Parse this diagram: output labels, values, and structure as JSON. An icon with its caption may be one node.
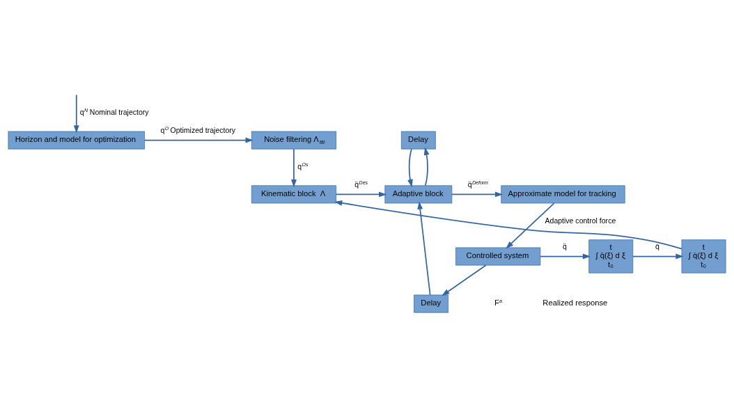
{
  "diagram": {
    "nodes": [
      {
        "text": [
          "Horizon and model for optimization"
        ]
      },
      {
        "text": [
          "Noise filtering Λ$_{filt}$"
        ]
      },
      {
        "text": [
          "Delay"
        ]
      },
      {
        "text": [
          "Approximate model for tracking"
        ]
      },
      {
        "text": [
          "Adaptive block"
        ]
      },
      {
        "text": [
          "Kinematic block  Λ"
        ]
      },
      {
        "text": [
          "Delay"
        ]
      },
      {
        "text": [
          "Controlled system"
        ]
      },
      {
        "text": [
          "t",
          "∫ q̈(ξ) d ξ",
          "t₀"
        ]
      },
      {
        "text": [
          "t",
          "∫ q̇(ξ) d ξ",
          "t₀"
        ]
      }
    ],
    "edges": [
      {
        "from": null,
        "to": 0,
        "arrow": "to",
        "label": "q$^{N}$ Nominal trajectory"
      },
      {
        "from": 0,
        "to": 1,
        "arrow": "to",
        "label": "q$^{O}$ Optimized trajectory"
      },
      {
        "from": 1,
        "to": 5,
        "arrow": "to",
        "label": "q$^{Os}$"
      },
      {
        "from": 5,
        "to": 4,
        "arrow": "to",
        "label": "q̈$^{Des}$"
      },
      {
        "from": 4,
        "to": 3,
        "arrow": "to",
        "label": "q̈$^{Deform}$"
      },
      {
        "from": 4,
        "to": 2,
        "arrow": "to"
      },
      {
        "from": 2,
        "to": 4,
        "arrow": "to"
      },
      {
        "from": 3,
        "to": 7,
        "arrow": "to",
        "label": "Adaptive control force"
      },
      {
        "from": 7,
        "to": 8,
        "arrow": "to",
        "label": "q̈"
      },
      {
        "from": 7,
        "to": 6,
        "arrow": "to"
      },
      {
        "from": 6,
        "to": 4,
        "arrow": "to"
      },
      {
        "from": 8,
        "to": 9,
        "arrow": "to",
        "label": "q̇"
      },
      {
        "from": 9,
        "to": 5,
        "arrow": "to"
      }
    ],
    "labels": [
      "F$^{a}$",
      "Realized response"
    ]
  }
}
